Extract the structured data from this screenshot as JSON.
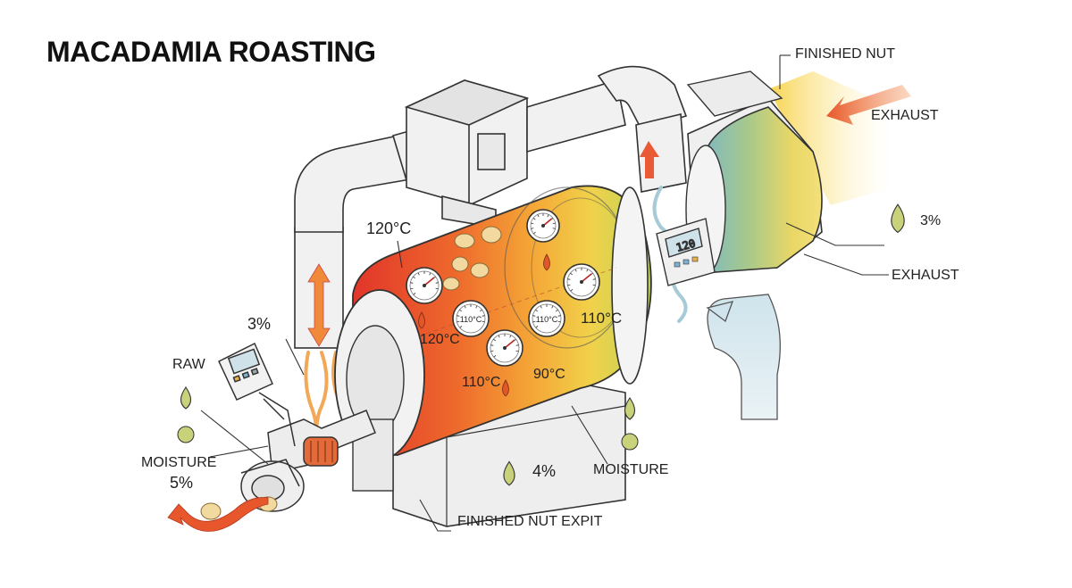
{
  "title": "MACADAMIA ROASTING",
  "labels": {
    "finished_nut": "FINISHED NUT",
    "exhaust_top": "EXHAUST",
    "exhaust_mid": "EXHAUST",
    "moisture_right_pct": "3%",
    "temp_120_top": "120°C",
    "temp_120_mid": "120°C",
    "temp_110_right": "110°C",
    "temp_110_bottom": "110°C",
    "temp_90": "90°C",
    "moisture_left_pct": "3%",
    "raw": "RAW",
    "moisture_left": "MOISTURE",
    "moisture_left_value": "5%",
    "bottom_pct": "4%",
    "moisture_bottom": "MOISTURE",
    "finished_nut_exit": "FINISHED NUT EXPIT"
  },
  "gauges": {
    "g1": "110°C",
    "g2": "110°C"
  },
  "meters": {
    "right_display": "120"
  },
  "colors": {
    "hot": "#e2402a",
    "warm": "#f29a2e",
    "mid": "#f4d24a",
    "cool": "#6fb3c8",
    "droplet": "#c9d27a",
    "line": "#333333"
  }
}
